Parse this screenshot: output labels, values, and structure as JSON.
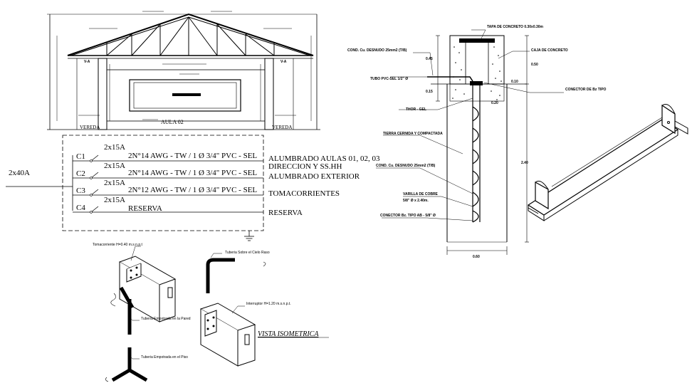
{
  "roof_elevation": {
    "room_label": "AULA 02",
    "left_label": "VEREDA",
    "right_label": "VEREDA",
    "beam_left": "V-A",
    "beam_right": "V-A"
  },
  "circuit_diagram": {
    "main_feed": "2x40A",
    "circuits": [
      {
        "id": "C1",
        "breaker": "2x15A",
        "cable": "2N°14 AWG - TW / 1 Ø 3/4\" PVC - SEL",
        "description": "ALUMBRADO AULAS 01, 02, 03",
        "description2": "DIRECCION Y SS.HH"
      },
      {
        "id": "C2",
        "breaker": "2x15A",
        "cable": "2N°14 AWG - TW / 1 Ø 3/4\" PVC - SEL",
        "description": "ALUMBRADO EXTERIOR",
        "description2": ""
      },
      {
        "id": "C3",
        "breaker": "2x15A",
        "cable": "2N°12 AWG - TW / 1 Ø 3/4\" PVC - SEL",
        "description": "TOMACORRIENTES",
        "description2": ""
      },
      {
        "id": "C4",
        "breaker": "2x15A",
        "cable": "RESERVA",
        "description": "RESERVA",
        "description2": ""
      }
    ]
  },
  "ground_well": {
    "top_label": "TAPA DE CONCRETO 0.30x0.30m",
    "cond_label": "COND. Cu. DESNUDO 25mm2 (T/B)",
    "caja_label": "CAJA DE CONCRETO",
    "tubo_label": "TUBO PVC-SEL 1/2\" Ø",
    "conector_label": "CONECTOR DE Bz TIPO",
    "thor_label": "THOR - GEL",
    "tierra_label": "TIERRA CERNIDA Y COMPACTADA",
    "cond2_label": "COND. Cu. DESNUDO 25mm2 (T/B)",
    "varilla_label": "VARILLA DE COBRE",
    "varilla_dim": "5/8\" Ø x 2.40m.",
    "conector2_label": "CONECTOR Bz. TIPO AB - 5/8\" Ø",
    "dims": {
      "d045": "0.45",
      "d050": "0.50",
      "d015": "0.15",
      "d010": "0.10",
      "d020": "0.20",
      "d240": "2.40",
      "d060": "0.60"
    }
  },
  "isometric": {
    "tomacorriente_label": "Tomacorriente H=0.40 m.s.n.p.t",
    "tuberia_cielo_label": "Tuberia Sobre el Cielo Raso",
    "tuberia_pared_label": "Tuberia Empotrada en la Pared",
    "interruptor_label": "Interruptor H=1.20 m.s.n.p.t.",
    "title": "VISTA ISOMETRICA",
    "tuberia_piso_label": "Tuberia Empotrada en el Piso"
  }
}
